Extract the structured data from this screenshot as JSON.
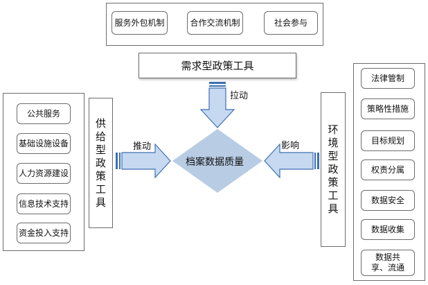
{
  "top_group": {
    "items": [
      "服务外包机制",
      "合作交流机制",
      "社会参与"
    ]
  },
  "demand": {
    "title": "需求型政策工具",
    "arrow_label": "拉动"
  },
  "center": {
    "label": "档案数据质量"
  },
  "supply": {
    "title": "供给型政策工具",
    "arrow_label": "推动",
    "items": [
      "公共服务",
      "基础设施设备",
      "人力资源建设",
      "信息技术支持",
      "资金投入支持"
    ]
  },
  "environment": {
    "title": "环境型政策工具",
    "arrow_label": "影响",
    "items": [
      "法律管制",
      "策略性措施",
      "目标规划",
      "权责分属",
      "数据安全",
      "数据收集",
      "数据共享、流通"
    ]
  },
  "colors": {
    "arrow_fill": "#c6d9f1",
    "arrow_stroke": "#3c6fb0",
    "diamond_fill": "#b8cce4",
    "border": "#6b6b6b"
  }
}
